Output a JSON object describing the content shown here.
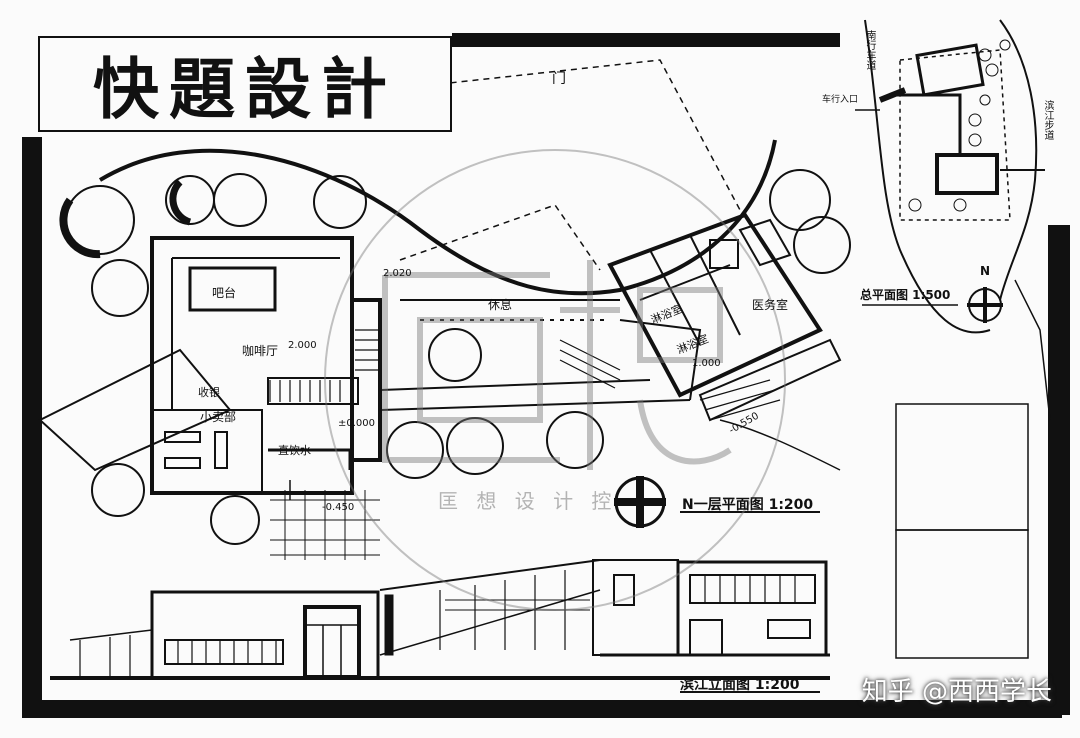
{
  "title": "快題設計",
  "site_plan": {
    "label": "总平面图 1:500",
    "road_left": "南行车道",
    "road_right": "滨江步道",
    "entry": "车行入口",
    "compass_n": "N"
  },
  "floor_plan": {
    "label": "N一层平面图 1:200",
    "rooms": {
      "bar": "吧台",
      "cafe": "咖啡厅",
      "reception": "收银",
      "shop": "小卖部",
      "water": "直饮水",
      "rest": "休息",
      "bath1": "淋浴室",
      "bath2": "淋浴室",
      "medical": "医务室"
    },
    "levels": {
      "l1": "2.020",
      "l2": "2.000",
      "l3": "±0.000",
      "l4": "-0.450",
      "l5": "1.000",
      "l6": "-0.550"
    },
    "gate": "门"
  },
  "elevation": {
    "label": "滨江立面图 1:200"
  },
  "watermark": {
    "main": "匡想",
    "sub": "匡 想 设 计 控"
  },
  "credit": "知乎 @西西学长"
}
